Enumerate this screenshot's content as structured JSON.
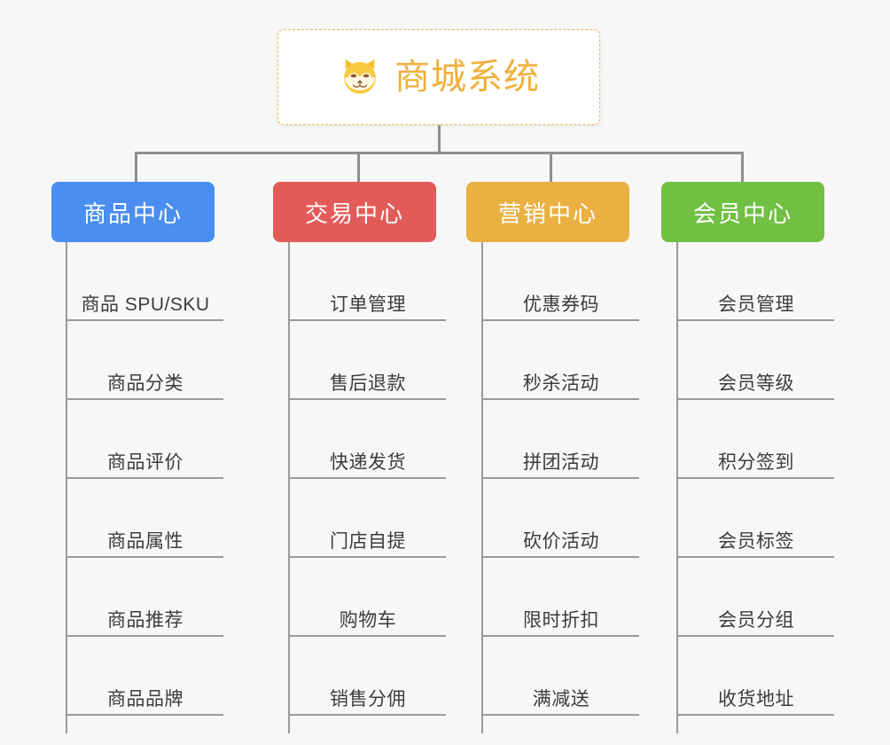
{
  "diagram": {
    "title": "商城系统",
    "type": "mindmap-tree",
    "root": {
      "label": "商城系统",
      "icon": "shiba-dog-emoji",
      "text_color": "#f0b03c",
      "background": "#ffffff",
      "border_color": "#f0b555",
      "border_style": "dashed"
    },
    "connector_color": "#8f8f8f",
    "page_background": "#f7f7f7",
    "branches": [
      {
        "label": "商品中心",
        "color": "#4a8ef0",
        "items": [
          "商品 SPU/SKU",
          "商品分类",
          "商品评价",
          "商品属性",
          "商品推荐",
          "商品品牌"
        ]
      },
      {
        "label": "交易中心",
        "color": "#e35b59",
        "items": [
          "订单管理",
          "售后退款",
          "快递发货",
          "门店自提",
          "购物车",
          "销售分佣"
        ]
      },
      {
        "label": "营销中心",
        "color": "#eab042",
        "items": [
          "优惠券码",
          "秒杀活动",
          "拼团活动",
          "砍价活动",
          "限时折扣",
          "满减送"
        ]
      },
      {
        "label": "会员中心",
        "color": "#72c043",
        "items": [
          "会员管理",
          "会员等级",
          "积分签到",
          "会员标签",
          "会员分组",
          "收货地址"
        ]
      }
    ]
  }
}
